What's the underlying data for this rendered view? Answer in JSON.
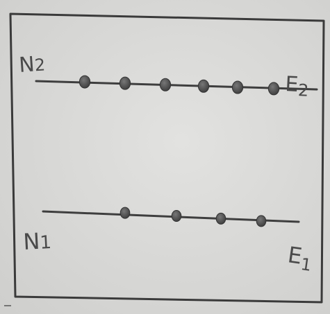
{
  "diagram": {
    "lines": [
      {
        "id": "upper",
        "left_label_main": "N",
        "left_label_sub": "2",
        "right_label_main": "E",
        "right_label_sub": "2",
        "dot_count": 6
      },
      {
        "id": "lower",
        "left_label_main": "N",
        "left_label_sub": "1",
        "right_label_main": "E",
        "right_label_sub": "1",
        "dot_count": 4
      }
    ],
    "colors": {
      "paper": "#d9d9d7",
      "border": "#3a3a3a",
      "ink": "#3e3e3e",
      "dot": "#505050"
    }
  }
}
